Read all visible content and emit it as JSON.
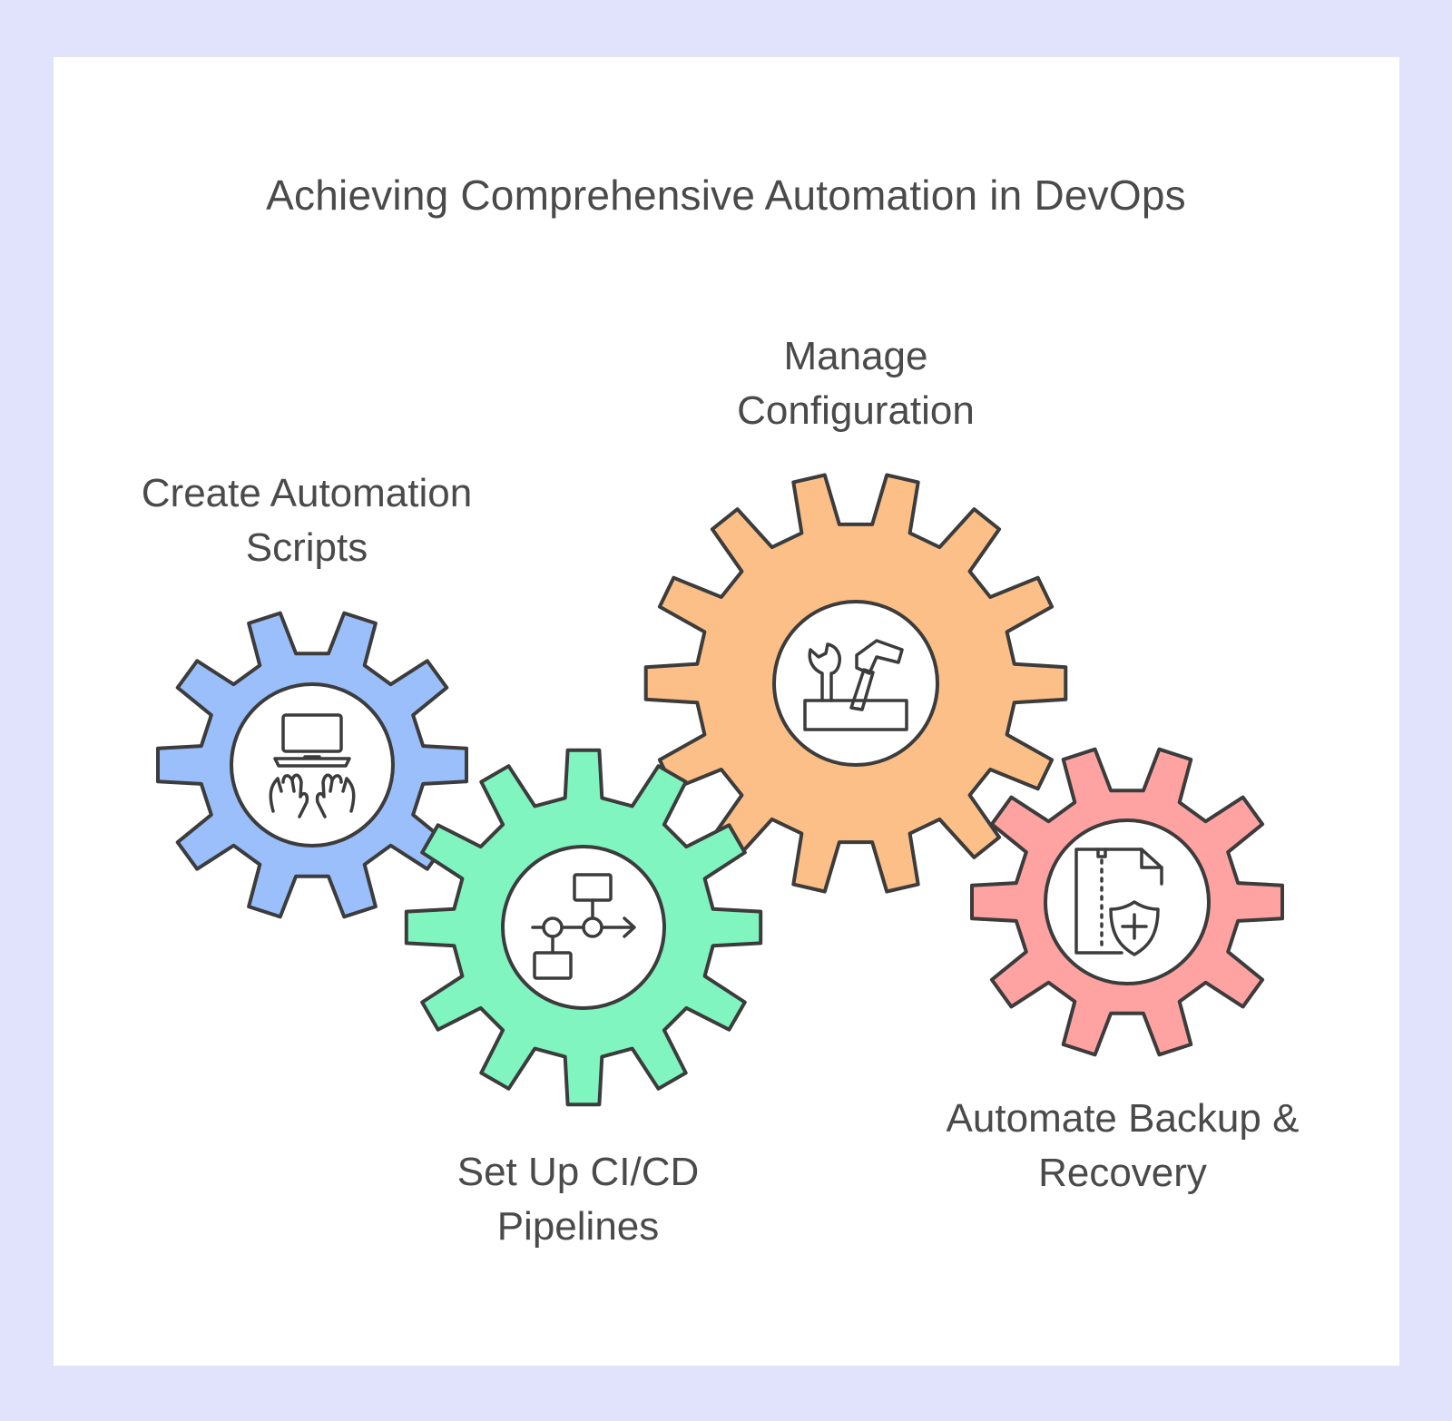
{
  "title": "Achieving Comprehensive Automation in DevOps",
  "steps": [
    {
      "line1": "Create Automation",
      "line2": "Scripts",
      "color": "#9bbffb",
      "icon": "laptop-typing-icon"
    },
    {
      "line1": "Manage",
      "line2": "Configuration",
      "color": "#fbbf87",
      "icon": "toolbox-icon"
    },
    {
      "line1": "Set Up CI/CD",
      "line2": "Pipelines",
      "color": "#80f5c0",
      "icon": "pipeline-flowchart-icon"
    },
    {
      "line1": "Automate Backup &",
      "line2": "Recovery",
      "color": "#fea3a2",
      "icon": "backup-shield-icon"
    }
  ],
  "colors": {
    "background": "#e1e2fb",
    "card": "#ffffff",
    "stroke": "#3c3c3c",
    "text": "#4a4a4a"
  }
}
